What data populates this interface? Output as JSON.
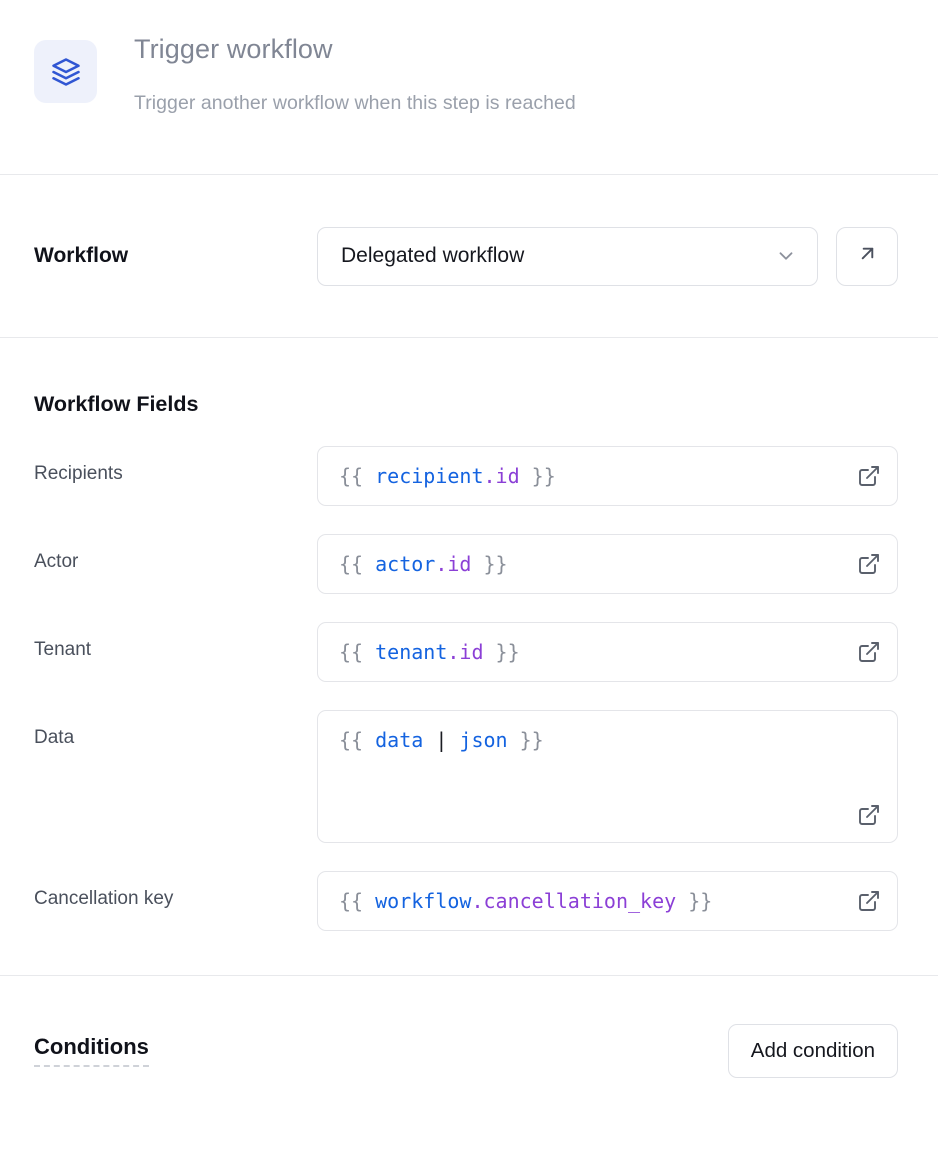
{
  "header": {
    "icon": "layers-icon",
    "title": "Trigger workflow",
    "subtitle": "Trigger another workflow when this step is reached"
  },
  "workflow_section": {
    "label": "Workflow",
    "select": {
      "value": "Delegated workflow",
      "chevron_icon": "chevron-down-icon"
    },
    "open_button_icon": "arrow-up-right-icon"
  },
  "fields_section": {
    "title": "Workflow Fields",
    "external_icon": "external-link-icon",
    "fields": [
      {
        "label": "Recipients",
        "value": "{{ recipient.id }}",
        "multiline": false,
        "tokens": [
          {
            "text": "{{ ",
            "type": "brace"
          },
          {
            "text": "recipient",
            "type": "obj"
          },
          {
            "text": ".id",
            "type": "prop"
          },
          {
            "text": " }}",
            "type": "brace"
          }
        ]
      },
      {
        "label": "Actor",
        "value": "{{ actor.id }}",
        "multiline": false,
        "tokens": [
          {
            "text": "{{ ",
            "type": "brace"
          },
          {
            "text": "actor",
            "type": "obj"
          },
          {
            "text": ".id",
            "type": "prop"
          },
          {
            "text": " }}",
            "type": "brace"
          }
        ]
      },
      {
        "label": "Tenant",
        "value": "{{ tenant.id }}",
        "multiline": false,
        "tokens": [
          {
            "text": "{{ ",
            "type": "brace"
          },
          {
            "text": "tenant",
            "type": "obj"
          },
          {
            "text": ".id",
            "type": "prop"
          },
          {
            "text": " }}",
            "type": "brace"
          }
        ]
      },
      {
        "label": "Data",
        "value": "{{ data | json }}",
        "multiline": true,
        "tokens": [
          {
            "text": "{{ ",
            "type": "brace"
          },
          {
            "text": "data",
            "type": "obj"
          },
          {
            "text": " | ",
            "type": "pipe"
          },
          {
            "text": "json",
            "type": "filter"
          },
          {
            "text": " }}",
            "type": "brace"
          }
        ]
      },
      {
        "label": "Cancellation key",
        "value": "{{ workflow.cancellation_key }}",
        "multiline": false,
        "tokens": [
          {
            "text": "{{ ",
            "type": "brace"
          },
          {
            "text": "workflow",
            "type": "obj"
          },
          {
            "text": ".cancellation_key",
            "type": "prop"
          },
          {
            "text": " }}",
            "type": "brace"
          }
        ]
      }
    ]
  },
  "conditions_section": {
    "title": "Conditions",
    "add_button_label": "Add condition"
  },
  "colors": {
    "accent": "#3056d3",
    "accent_soft_bg": "#eef1fb",
    "template_object": "#1463e0",
    "template_property": "#8b3fd6",
    "template_brace": "#8a8f99",
    "border": "#e4e5e9",
    "divider": "#e8e9ec",
    "text_primary": "#10121a",
    "text_muted": "#4a505c",
    "header_title": "#808694"
  }
}
